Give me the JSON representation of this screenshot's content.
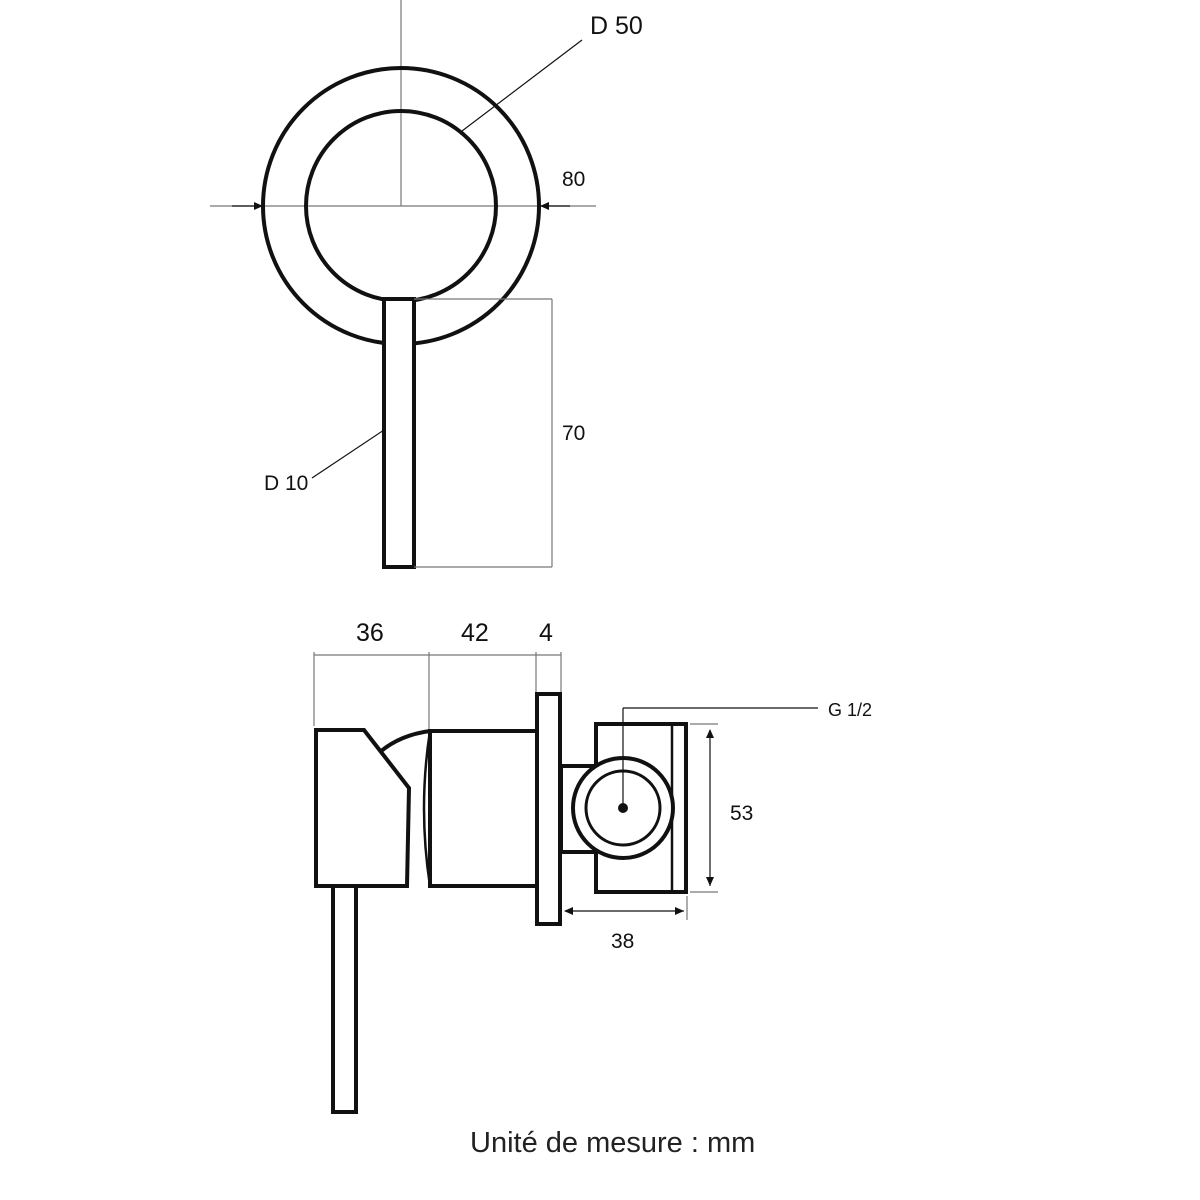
{
  "front_view": {
    "label_outer_diameter": "80",
    "label_inner_diameter": "D 50",
    "label_lever_length": "70",
    "label_lever_diameter": "D 10"
  },
  "side_view": {
    "label_handle_length": "36",
    "label_body_length": "42",
    "label_plate_thickness": "4",
    "label_thread": "G 1/2",
    "label_valve_height": "53",
    "label_valve_depth": "38"
  },
  "footer": {
    "unit_note": "Unité de mesure : mm"
  }
}
